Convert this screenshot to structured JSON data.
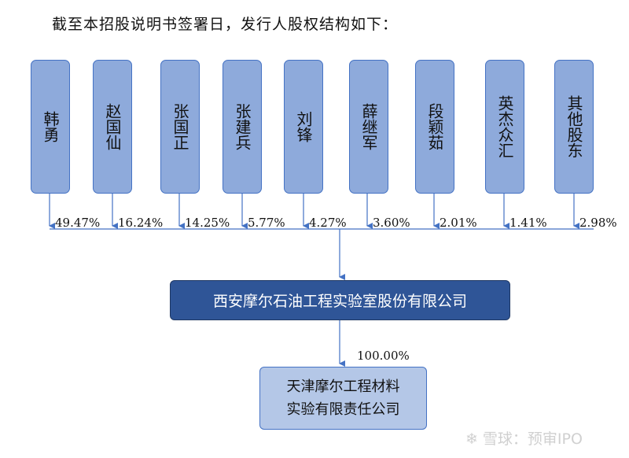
{
  "intro": "截至本招股说明书签署日，发行人股权结构如下：",
  "shareholders": [
    {
      "name": "韩勇",
      "pct": "49.47%"
    },
    {
      "name": "赵国仙",
      "pct": "16.24%"
    },
    {
      "name": "张国正",
      "pct": "14.25%"
    },
    {
      "name": "张建兵",
      "pct": "5.77%"
    },
    {
      "name": "刘锋",
      "pct": "4.27%"
    },
    {
      "name": "薛继军",
      "pct": "3.60%"
    },
    {
      "name": "段颖茹",
      "pct": "2.01%"
    },
    {
      "name": "英杰众汇",
      "pct": "1.41%"
    },
    {
      "name": "其他股东",
      "pct": "2.98%"
    }
  ],
  "company": "西安摩尔石油工程实验室股份有限公司",
  "subsidiary": {
    "pct": "100.00%",
    "line1": "天津摩尔工程材料",
    "line2": "实验有限责任公司"
  },
  "watermark": "雪球：预审IPO"
}
